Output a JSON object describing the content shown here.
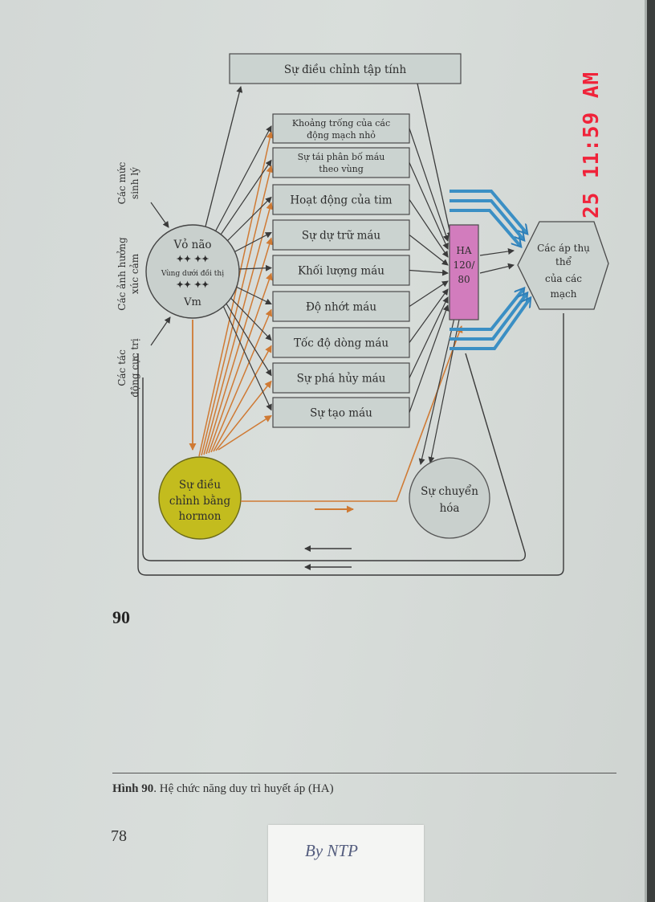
{
  "diagram": {
    "top_box": "Sự điều chỉnh tập tính",
    "boxes": [
      {
        "line1": "Khoảng trống của các",
        "line2": "động mạch nhỏ"
      },
      {
        "line1": "Sự tái phân bố máu",
        "line2": "theo vùng"
      },
      {
        "line1": "Hoạt động của tim",
        "line2": ""
      },
      {
        "line1": "Sự dự trữ máu",
        "line2": ""
      },
      {
        "line1": "Khối lượng máu",
        "line2": ""
      },
      {
        "line1": "Độ nhớt máu",
        "line2": ""
      },
      {
        "line1": "Tốc độ dòng máu",
        "line2": ""
      },
      {
        "line1": "Sự phá hủy máu",
        "line2": ""
      },
      {
        "line1": "Sự tạo máu",
        "line2": ""
      }
    ],
    "brain": {
      "top": "Vỏ não",
      "middle": "Vùng dưới đồi thị",
      "bottom": "Vm"
    },
    "side_labels": [
      {
        "line1": "Các mức",
        "line2": "sinh lý"
      },
      {
        "line1": "Các ảnh hưởng",
        "line2": "xúc cảm"
      },
      {
        "line1": "Các tác",
        "line2": "động cực trị"
      }
    ],
    "ha": {
      "line1": "HA",
      "line2": "120/",
      "line3": "80"
    },
    "receptor": {
      "line1": "Các áp thụ",
      "line2": "thể",
      "line3": "của các",
      "line4": "mạch"
    },
    "hormone": {
      "line1": "Sự điều",
      "line2": "chỉnh bằng",
      "line3": "hormon"
    },
    "metabolism": {
      "line1": "Sự chuyển",
      "line2": "hóa"
    }
  },
  "figure_number": "90",
  "caption": {
    "label": "Hình 90",
    "text": ". Hệ chức năng duy trì huyết áp (HA)"
  },
  "page_number": "78",
  "signature": "By NTP",
  "timestamp": "25 11:59 AM",
  "colors": {
    "hormone_fill": "#c3bc1e",
    "ha_fill": "#d27cbd",
    "orange_line": "#cf7a34",
    "blue_arrow": "#3b8fc4",
    "stamp_red": "#f0233a"
  }
}
